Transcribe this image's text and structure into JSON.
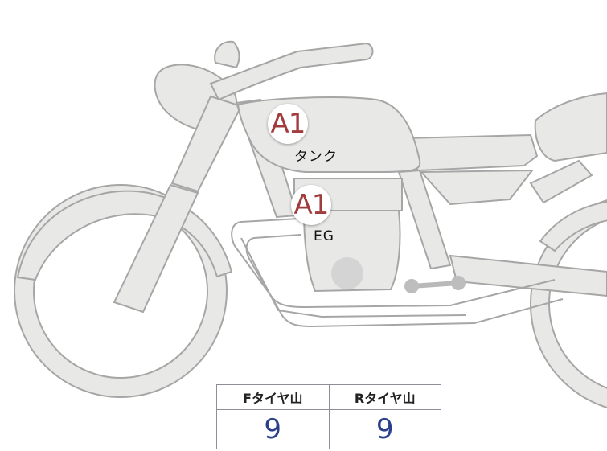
{
  "markers": [
    {
      "code": "A1",
      "label": "タンク"
    },
    {
      "code": "A1",
      "label": "EG"
    }
  ],
  "tire_table": {
    "headers": [
      "Fタイヤ山",
      "Rタイヤ山"
    ],
    "values": [
      "9",
      "9"
    ]
  },
  "colors": {
    "bike_fill": "#e8e8e6",
    "bike_stroke": "#a6a6a6",
    "marker_text": "#a13c3c",
    "value_text": "#2b3f8c"
  }
}
